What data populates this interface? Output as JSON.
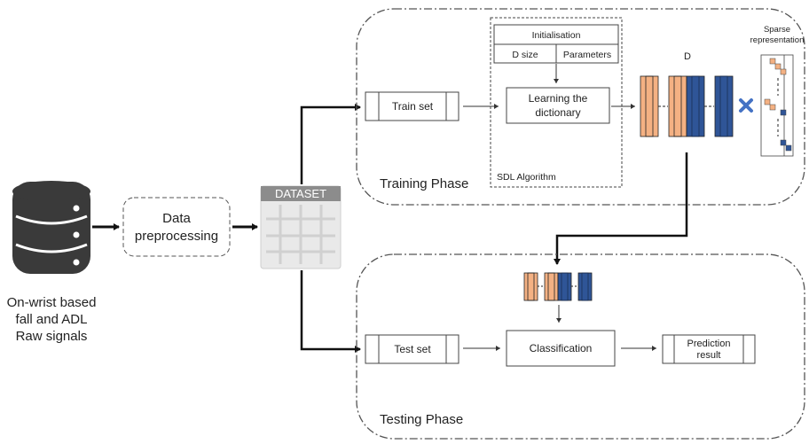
{
  "source": {
    "caption_lines": [
      "On-wrist based",
      "fall and ADL",
      "Raw signals"
    ]
  },
  "preprocessing": {
    "label_lines": [
      "Data",
      "preprocessing"
    ]
  },
  "dataset": {
    "title": "DATASET"
  },
  "training_phase": {
    "title": "Training Phase",
    "train_set_label": "Train set",
    "sdl": {
      "title": "SDL Algorithm",
      "initialisation_label": "Initialisation",
      "d_size_label": "D size",
      "parameters_label": "Parameters",
      "learning_lines": [
        "Learning the",
        "dictionary"
      ]
    },
    "dictionary_label": "D",
    "sparse_label_lines": [
      "Sparse",
      "representation"
    ]
  },
  "testing_phase": {
    "title": "Testing Phase",
    "test_set_label": "Test set",
    "classification_label": "Classification",
    "prediction_lines": [
      "Prediction",
      "result"
    ]
  },
  "colors": {
    "orange": "#f4b183",
    "blue": "#2f5597",
    "dataset_header": "#8c8c8c",
    "dataset_grid": "#d0d0d0"
  }
}
